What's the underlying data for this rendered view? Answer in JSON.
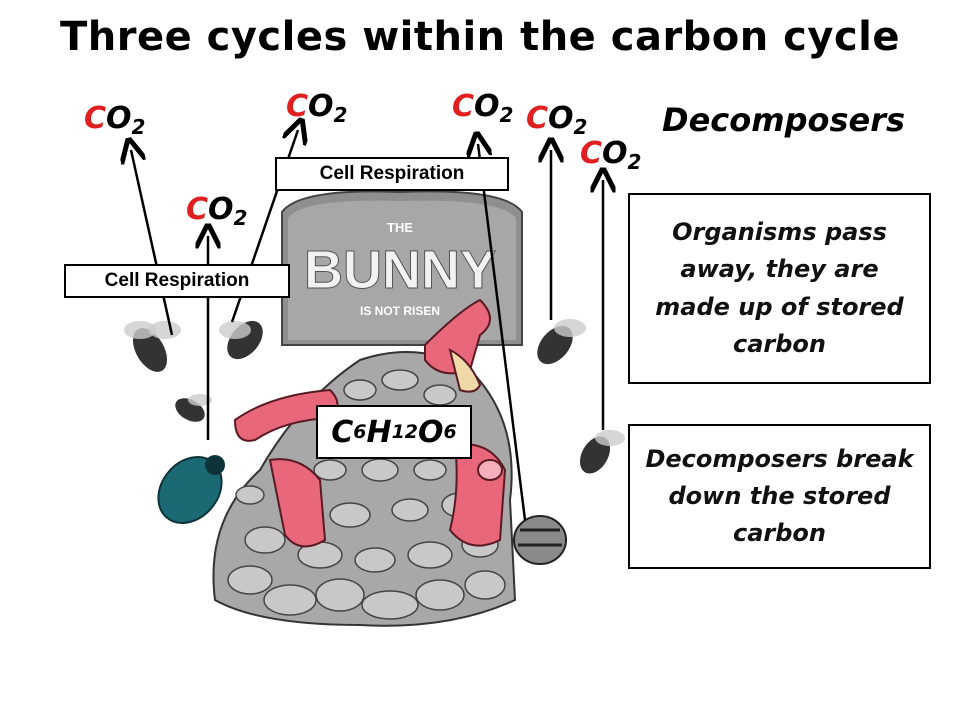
{
  "title": "Three cycles within the carbon cycle",
  "co2_label": {
    "c": "C",
    "o": "O",
    "sub": "2"
  },
  "cell_respiration_left": "Cell Respiration",
  "cell_respiration_top": "Cell Respiration",
  "formula": {
    "c": "C",
    "c_sub": "6",
    "h": "H",
    "h_sub": "12",
    "o": "O",
    "o_sub": "6"
  },
  "decomposers_heading": "Decomposers",
  "box_organisms": "Organisms pass away, they are made up of stored carbon",
  "box_decomposers": "Decomposers break down the stored carbon",
  "tombstone": {
    "line1": "THE",
    "line2": "BUNNY",
    "line3": "IS NOT RISEN"
  },
  "colors": {
    "co2_c": "#e02020",
    "bunny_pink": "#e8677a",
    "stone_gray": "#9a9a9a"
  }
}
